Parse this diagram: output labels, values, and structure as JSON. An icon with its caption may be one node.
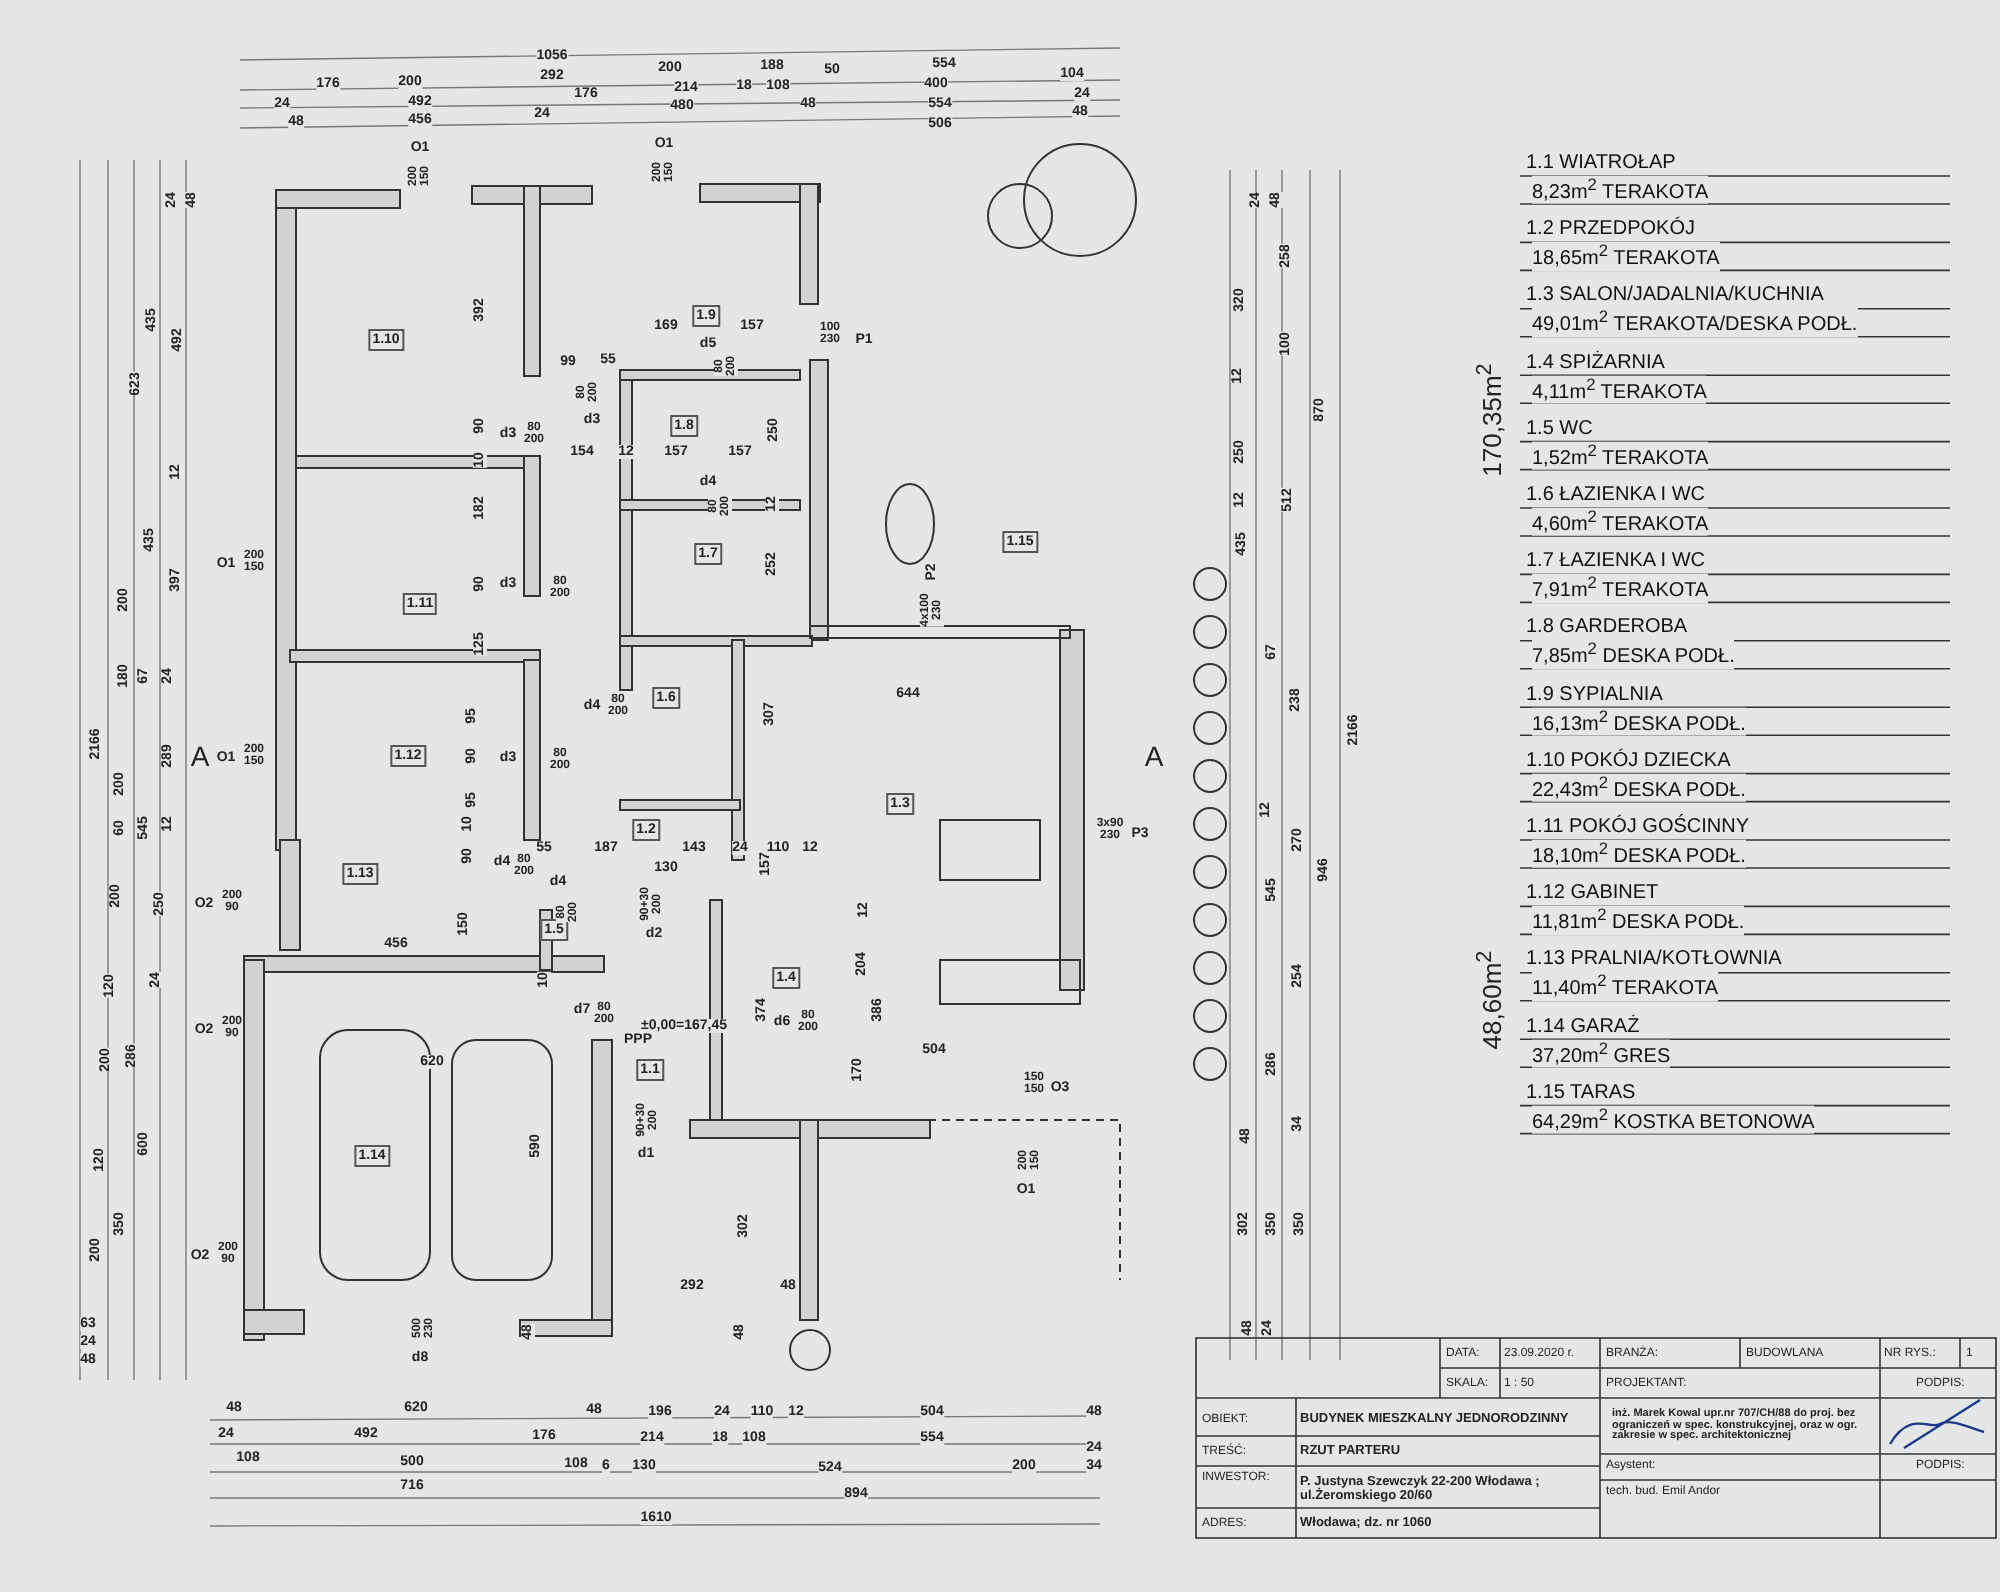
{
  "diagram": {
    "labels": [
      "1056",
      "176",
      "200",
      "292",
      "200",
      "188",
      "50",
      "554",
      "104",
      "24",
      "492",
      "176",
      "214",
      "18",
      "108",
      "400",
      "24",
      "48",
      "456",
      "24",
      "480",
      "48",
      "554",
      "48",
      "506",
      "O1",
      "200 150",
      "O1",
      "200 150",
      "623",
      "435",
      "492",
      "24",
      "48",
      "200",
      "435",
      "397",
      "12",
      "180",
      "67",
      "24",
      "2166",
      "200",
      "289",
      "60",
      "545",
      "12",
      "200",
      "250",
      "120",
      "24",
      "200",
      "286",
      "120",
      "600",
      "200",
      "350",
      "63",
      "24",
      "48",
      "O1",
      "200 150",
      "O1",
      "200 150",
      "O2",
      "200 90",
      "O2",
      "200 90",
      "O2",
      "200 90",
      "A",
      "A",
      "1.10",
      "1.11",
      "1.12",
      "1.13",
      "1.14",
      "1.9",
      "1.8",
      "1.7",
      "1.6",
      "1.5",
      "1.4",
      "1.3",
      "1.2",
      "1.1",
      "1.15",
      "392",
      "169",
      "d5",
      "157",
      "100 230",
      "P1",
      "80 200",
      "99",
      "55",
      "80 200",
      "90",
      "d3",
      "80 200",
      "d3",
      "10",
      "154",
      "12",
      "157",
      "157",
      "250",
      "d4",
      "80 200",
      "12",
      "182",
      "252",
      "P2",
      "4x100 230",
      "90",
      "d3",
      "80 200",
      "125",
      "644",
      "d4",
      "80 200",
      "307",
      "95",
      "90",
      "d3",
      "80 200",
      "95",
      "3x90 230",
      "P3",
      "10",
      "90",
      "d4",
      "80 200",
      "55",
      "187",
      "143",
      "24",
      "110",
      "12",
      "130",
      "d4",
      "80 200",
      "157",
      "456",
      "150",
      "90+30 200",
      "d2",
      "12",
      "10",
      "204",
      "386",
      "d7",
      "80 200",
      "±0,00=167,45",
      "PPP",
      "374",
      "d6",
      "80 200",
      "620",
      "504",
      "170",
      "150 150",
      "O3",
      "590",
      "90+30 200",
      "d1",
      "200 150",
      "O1",
      "302",
      "292",
      "48",
      "500 230",
      "48",
      "48",
      "d8",
      "24",
      "48",
      "258",
      "320",
      "100",
      "870",
      "12",
      "250",
      "12",
      "435",
      "512",
      "67",
      "238",
      "12",
      "270",
      "545",
      "946",
      "2166",
      "254",
      "286",
      "48",
      "34",
      "302",
      "350",
      "350",
      "48",
      "24",
      "170,35m$^{2}$",
      "48,60m$^{2}$",
      "1.1 WIATROŁAP",
      "8,23m$^{2}$ TERAKOTA",
      "1.2 PRZEDPOKÓJ",
      "18,65m$^{2}$ TERAKOTA",
      "1.3 SALON/JADALNIA/KUCHNIA",
      "49,01m$^{2}$ TERAKOTA/DESKA PODŁ.",
      "1.4 SPIŻARNIA",
      "4,11m$^{2}$ TERAKOTA",
      "1.5 WC",
      "1,52m$^{2}$ TERAKOTA",
      "1.6 ŁAZIENKA I WC",
      "4,60m$^{2}$ TERAKOTA",
      "1.7 ŁAZIENKA I WC",
      "7,91m$^{2}$ TERAKOTA",
      "1.8 GARDEROBA",
      "7,85m$^{2}$ DESKA PODŁ.",
      "1.9 SYPIALNIA",
      "16,13m$^{2}$ DESKA PODŁ.",
      "1.10 POKÓJ DZIECKA",
      "22,43m$^{2}$ DESKA PODŁ.",
      "1.11 POKÓJ GOŚCINNY",
      "18,10m$^{2}$ DESKA PODŁ.",
      "1.12 GABINET",
      "11,81m$^{2}$ DESKA PODŁ.",
      "1.13 PRALNIA/KOTŁOWNIA",
      "11,40m$^{2}$ TERAKOTA",
      "1.14 GARAŻ",
      "37,20m$^{2}$ GRES",
      "1.15 TARAS",
      "64,29m$^{2}$ KOSTKA BETONOWA",
      "DATA:",
      "23.09.2020 r.",
      "BRANŻA:",
      "BUDOWLANA",
      "NR RYS.:",
      "1",
      "SKALA:",
      "1 : 50",
      "PROJEKTANT:",
      "PODPIS:",
      "OBIEKT:",
      "BUDYNEK MIESZKALNY JEDNORODZINNY",
      "inż. Marek Kowal upr.nr 707/CH/88 do proj. bez ograniczeń w spec. konstrukcyjnej, oraz w ogr. zakresie w spec. architektonicznej",
      "TREŚĆ:",
      "RZUT PARTERU",
      "INWESTOR:",
      "P. Justyna Szewczyk 22-200 Włodawa ; ul.Żeromskiego 20/60",
      "Asystent:",
      "PODPIS:",
      "tech. bud. Emil Andor",
      "ADRES:",
      "Włodawa; dz. nr 1060",
      "48",
      "620",
      "48",
      "196",
      "24",
      "110",
      "12",
      "504",
      "48",
      "24",
      "492",
      "176",
      "214",
      "18",
      "108",
      "554",
      "24",
      "108",
      "500",
      "108",
      "6",
      "130",
      "524",
      "200",
      "34",
      "716",
      "894",
      "1610"
    ]
  }
}
